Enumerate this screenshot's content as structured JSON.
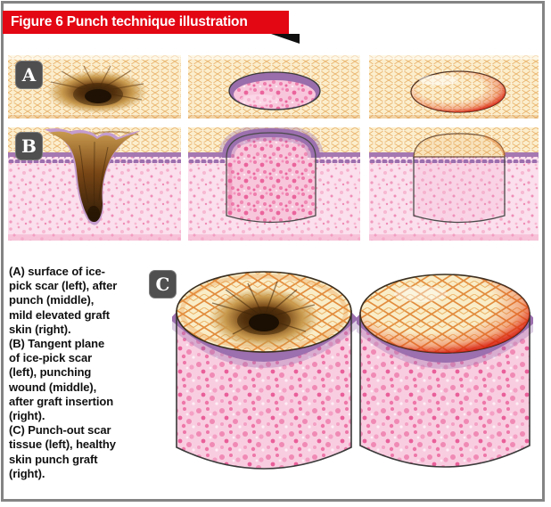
{
  "title": "Figure 6 Punch technique illustration",
  "panel_labels": {
    "a": "A",
    "b": "B",
    "c": "C"
  },
  "caption": "(A) surface of ice-\npick scar (left), after\npunch (middle),\nmild elevated graft\nskin (right).\n(B) Tangent plane\nof ice-pick scar\n(left), punching\nwound (middle),\nafter graft insertion\n(right).\n(C) Punch-out scar\ntissue (left), healthy\nskin punch graft\n(right).",
  "colors": {
    "banner_red": "#e30613",
    "badge_gray": "#4f4f4f",
    "border_gray": "#848484",
    "caption_color": "#111111",
    "epidermis_cream": "#fbeecd",
    "lattice_orange": "#e5a355",
    "junction_purple": "#9c6fae",
    "dermis_pink": "#fbdfec",
    "deep_pink": "#ee7cac",
    "scar_brown": "#6e3f12"
  }
}
